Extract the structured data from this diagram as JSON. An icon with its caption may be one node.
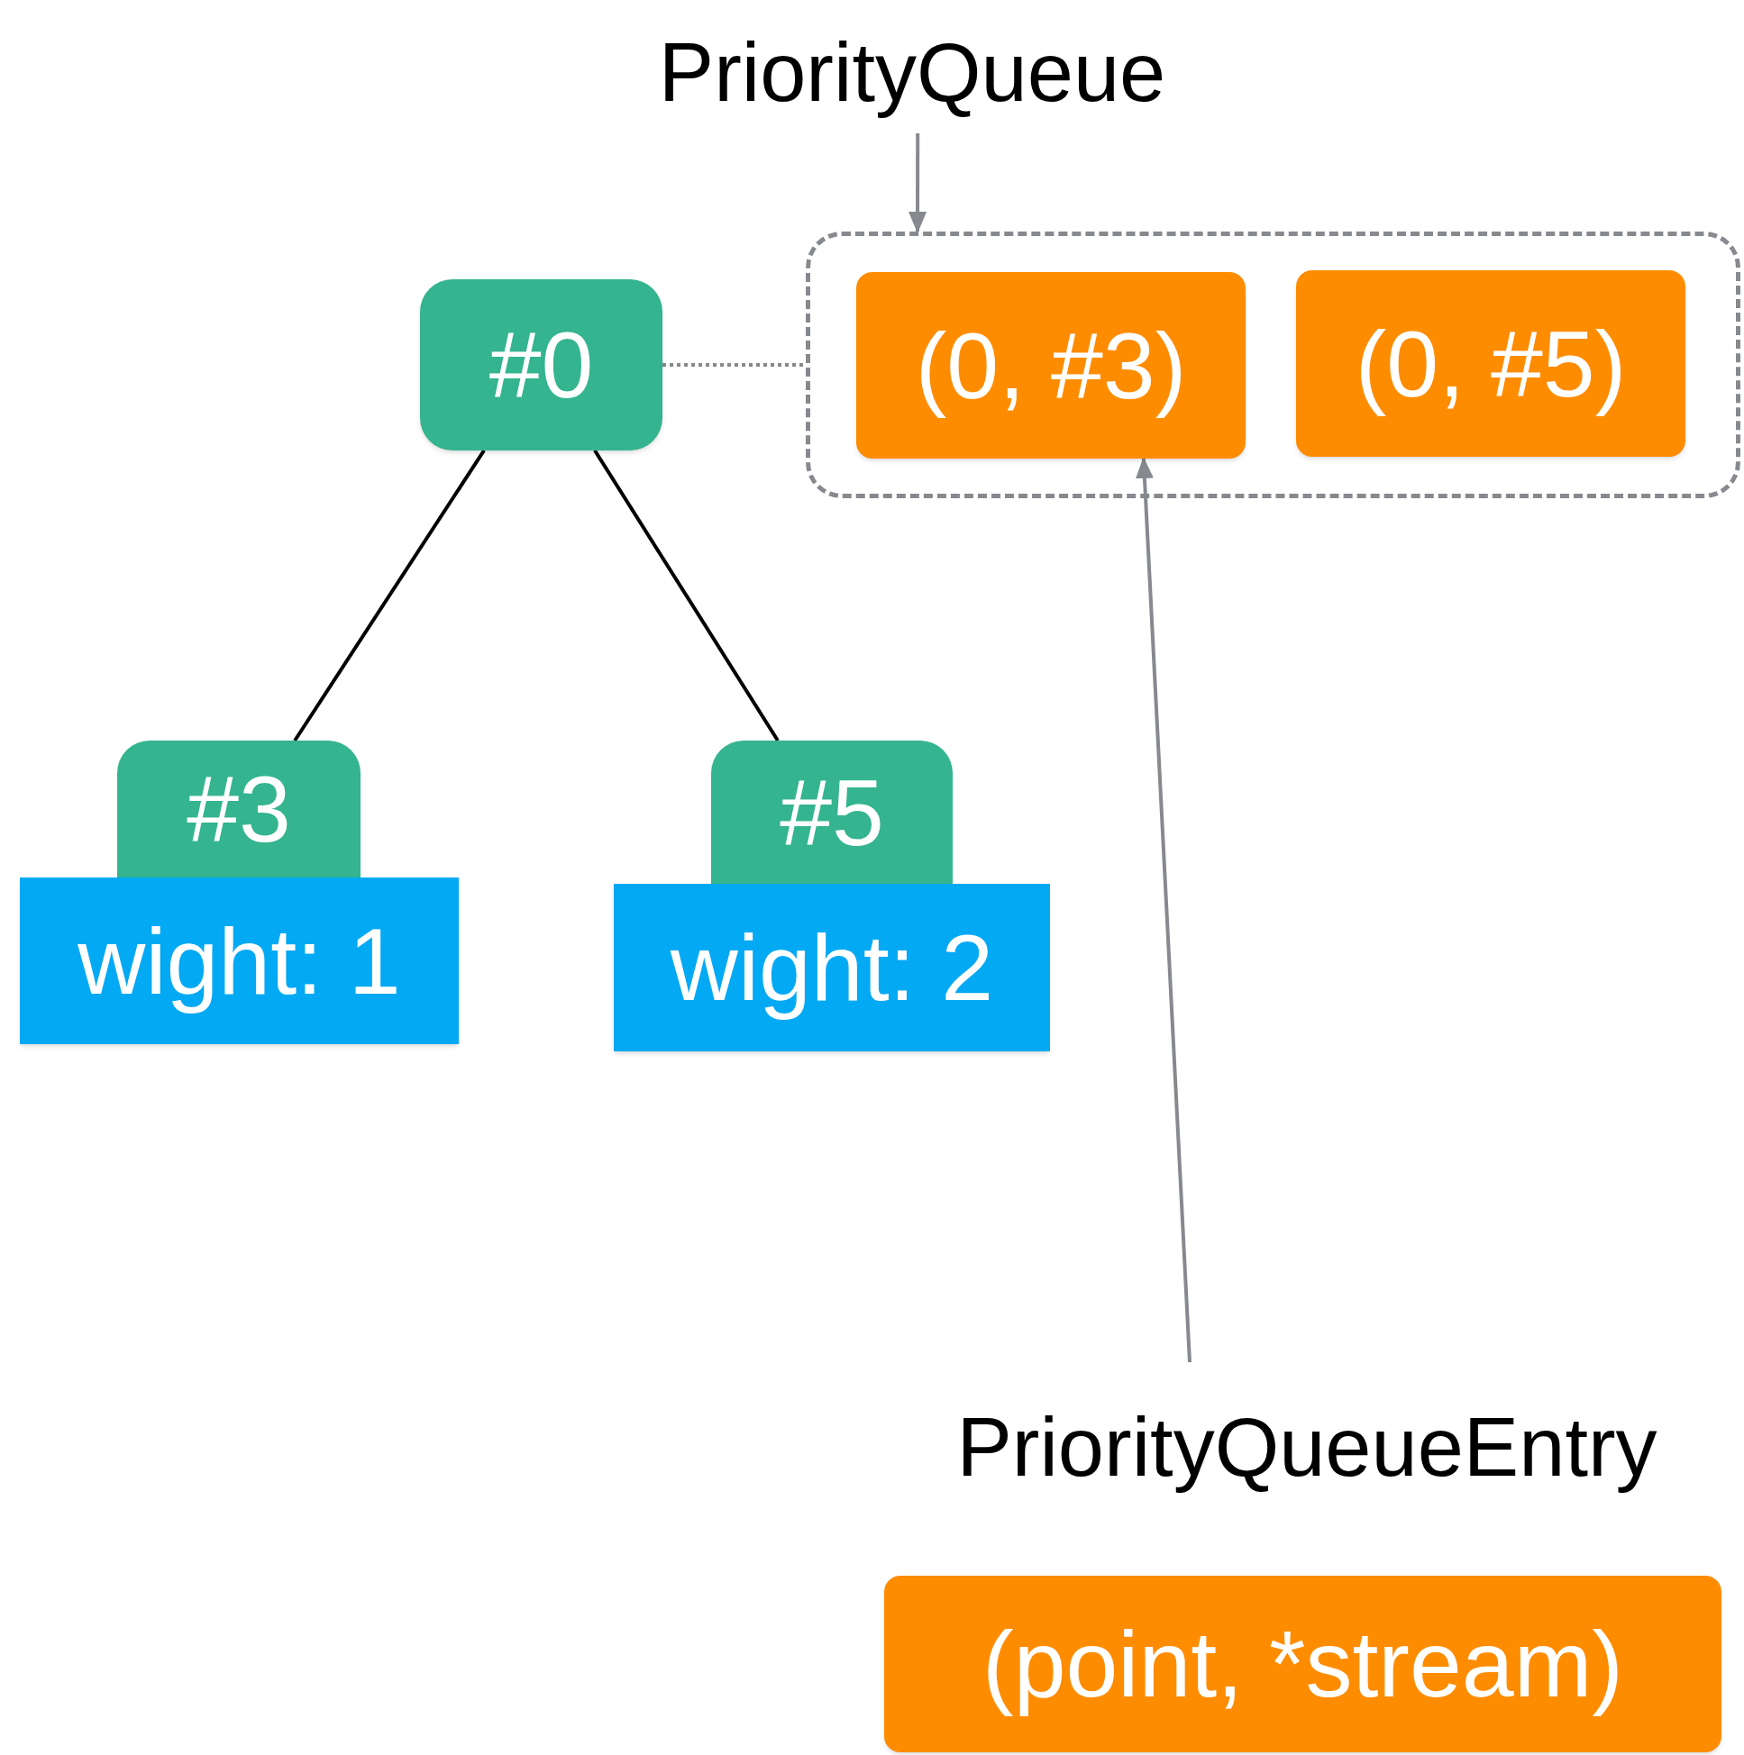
{
  "diagram": {
    "nodes": [
      {
        "text": [
          "PriorityQueue"
        ]
      },
      {
        "text": [],
        "shape": "box"
      },
      {
        "text": [
          "(0, #3)"
        ],
        "in": 1
      },
      {
        "text": [
          "(0, #5)"
        ],
        "in": 1
      },
      {
        "text": [
          "#0"
        ]
      },
      {
        "text": [
          "#3"
        ]
      },
      {
        "text": [
          "wight: 1"
        ]
      },
      {
        "text": [
          "#5"
        ]
      },
      {
        "text": [
          "wight: 2"
        ]
      },
      {
        "text": [
          "PriorityQueueEntry"
        ]
      },
      {
        "text": [
          "(point, *stream)"
        ]
      }
    ],
    "edges": [
      {
        "from": 0,
        "to": 1,
        "arrow": "to"
      },
      {
        "from": 4,
        "to": 1,
        "arrow": "none",
        "style": "dashed"
      },
      {
        "from": 4,
        "to": 5,
        "arrow": "none",
        "color": "#000000"
      },
      {
        "from": 4,
        "to": 7,
        "arrow": "none",
        "color": "#000000"
      },
      {
        "from": 9,
        "to": 2,
        "arrow": "to"
      }
    ]
  }
}
